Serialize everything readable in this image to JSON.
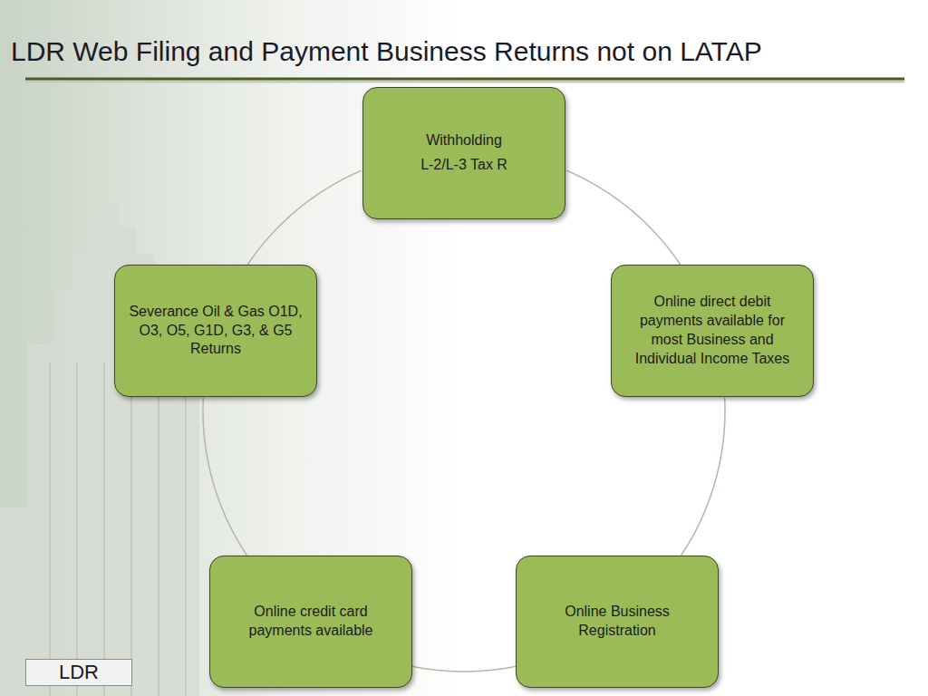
{
  "diagram": {
    "title": "LDR Web Filing and Payment Business Returns not on LATAP",
    "nodes": [
      {
        "text": [
          "Withholding",
          "L-2/L-3 Tax R"
        ]
      },
      {
        "text": [
          "Online direct debit payments available for most Business and Individual Income Taxes"
        ]
      },
      {
        "text": [
          "Online Business Registration"
        ]
      },
      {
        "text": [
          "Online credit card payments available"
        ]
      },
      {
        "text": [
          "Severance Oil & Gas O1D, O3, O5, G1D, G3, & G5 Returns"
        ]
      }
    ],
    "edges": [
      {
        "from": 0,
        "to": 1,
        "arrow": "none"
      },
      {
        "from": 1,
        "to": 2,
        "arrow": "none"
      },
      {
        "from": 2,
        "to": 3,
        "arrow": "none"
      },
      {
        "from": 3,
        "to": 4,
        "arrow": "none"
      },
      {
        "from": 4,
        "to": 0,
        "arrow": "none"
      }
    ],
    "labels": [
      "LDR"
    ]
  }
}
